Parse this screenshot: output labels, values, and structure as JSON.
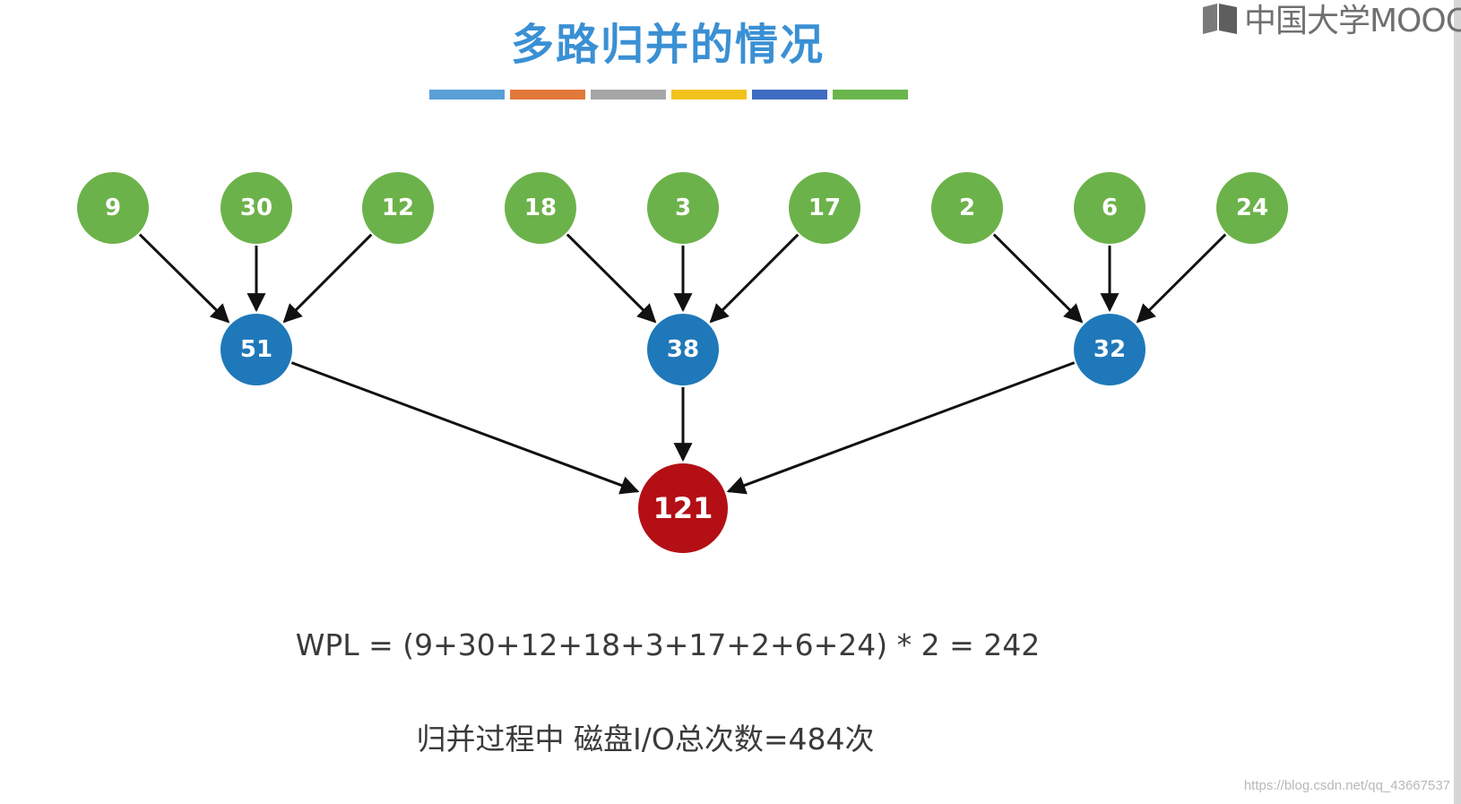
{
  "logo": {
    "text": "中国大学MOOC"
  },
  "title": "多路归并的情况",
  "color_bar": [
    "#5a9fd6",
    "#e2783a",
    "#a6a6a6",
    "#f2c21c",
    "#3f6cc2",
    "#6ab64c"
  ],
  "colors": {
    "leaf": "#6cb24a",
    "internal": "#1f78b9",
    "root": "#b30f14",
    "edge": "#111111"
  },
  "tree": {
    "root": {
      "value": "121"
    },
    "internal": [
      {
        "value": "51",
        "children": [
          "9",
          "30",
          "12"
        ]
      },
      {
        "value": "38",
        "children": [
          "18",
          "3",
          "17"
        ]
      },
      {
        "value": "32",
        "children": [
          "2",
          "6",
          "24"
        ]
      }
    ]
  },
  "formula": "WPL = (9+30+12+18+3+17+2+6+24) * 2 = 242",
  "io_note": "归并过程中 磁盘I/O总次数=484次",
  "watermark": "https://blog.csdn.net/qq_43667537"
}
